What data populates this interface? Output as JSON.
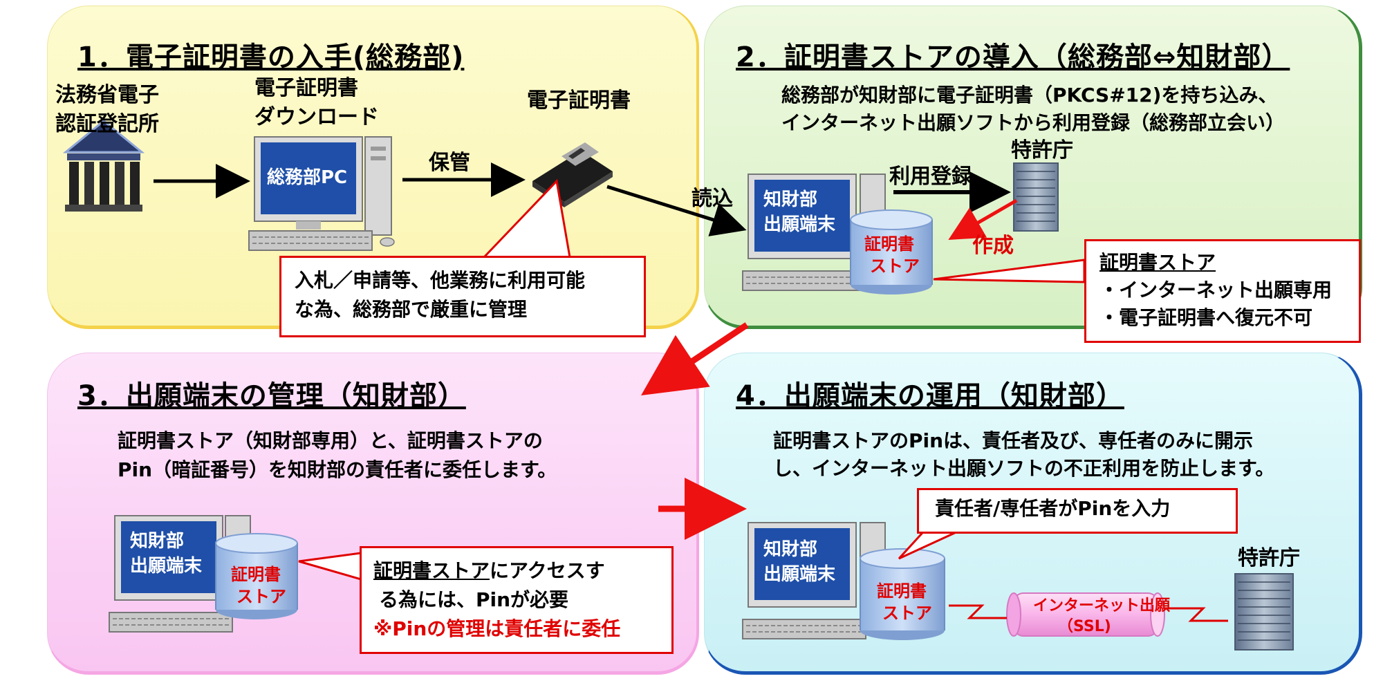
{
  "panel1": {
    "title": "1．電子証明書の入手(総務部)",
    "ministry_line1": "法務省電子",
    "ministry_line2": "認証登記所",
    "download_line1": "電子証明書",
    "download_line2": "ダウンロード",
    "pc_label": "総務部PC",
    "keep_label": "保管",
    "cert_label": "電子証明書",
    "callout_line1": "入札／申請等、他業務に利用可能",
    "callout_line2": "な為、総務部で厳重に管理"
  },
  "read_label": "読込",
  "panel2": {
    "title": "2．証明書ストアの導入（総務部⇔知財部）",
    "desc_line1": "総務部が知財部に電子証明書（PKCS#12)を持ち込み、",
    "desc_line2": "インターネット出願ソフトから利用登録（総務部立会い）",
    "jpo_label": "特許庁",
    "register_label": "利用登録",
    "create_label": "作成",
    "terminal_line1": "知財部",
    "terminal_line2": "出願端末",
    "store_line1": "証明書",
    "store_line2": "ストア",
    "callout_title": "証明書ストア",
    "callout_item1": "・インターネット出願専用",
    "callout_item2": "・電子証明書へ復元不可"
  },
  "panel3": {
    "title": "3．出願端末の管理（知財部）",
    "desc_line1": "証明書ストア（知財部専用）と、証明書ストアの",
    "desc_line2": "Pin（暗証番号）を知財部の責任者に委任します。",
    "terminal_line1": "知財部",
    "terminal_line2": "出願端末",
    "store_line1": "証明書",
    "store_line2": "ストア",
    "callout_underlined": "証明書ストア",
    "callout_line1_rest": "にアクセスす",
    "callout_line2": "る為には、Pinが必要",
    "callout_line3": "※Pinの管理は責任者に委任"
  },
  "panel4": {
    "title": "4．出願端末の運用（知財部）",
    "desc_line1": "証明書ストアのPinは、責任者及び、専任者のみに開示",
    "desc_line2": "し、インターネット出願ソフトの不正利用を防止します。",
    "callout": "責任者/専任者がPinを入力",
    "jpo_label": "特許庁",
    "terminal_line1": "知財部",
    "terminal_line2": "出願端末",
    "store_line1": "証明書",
    "store_line2": "ストア",
    "ssl_line1": "インターネット出願",
    "ssl_line2": "（SSL)"
  },
  "colors": {
    "panel1_bg": "#fdfccb",
    "panel1_border": "#f6d84a",
    "panel2_bg": "#e8f8d8",
    "panel2_border": "#4b9a47",
    "panel3_bg": "#fdd4f6",
    "panel3_border": "#f7a8e6",
    "panel4_bg": "#dcf8fa",
    "panel4_border": "#1a56b4",
    "callout_border": "#e00000",
    "arrow_red": "#ee1111"
  }
}
